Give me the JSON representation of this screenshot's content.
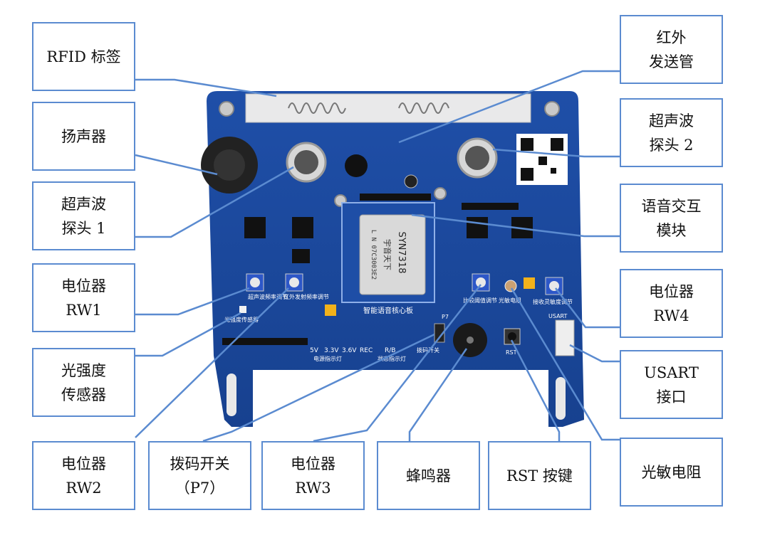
{
  "labels": {
    "rfid": [
      "RFID 标签"
    ],
    "ir": [
      "红外",
      "发送管"
    ],
    "speaker": [
      "扬声器"
    ],
    "us2": [
      "超声波",
      "探头 2"
    ],
    "us1": [
      "超声波",
      "探头 1"
    ],
    "voice": [
      "语音交互",
      "模块"
    ],
    "rw1": [
      "电位器",
      "RW1"
    ],
    "rw4": [
      "电位器",
      "RW4"
    ],
    "light": [
      "光强度",
      "传感器"
    ],
    "usart": [
      "USART",
      "接口"
    ],
    "rw2": [
      "电位器",
      "RW2"
    ],
    "dip": [
      "拨码开关",
      "（P7）"
    ],
    "rw3": [
      "电位器",
      "RW3"
    ],
    "buzzer": [
      "蜂鸣器"
    ],
    "rst": [
      "RST 按键"
    ],
    "ldr": [
      "光敏电阻"
    ]
  },
  "board_text": {
    "chip_model": "SYN7318",
    "chip_brand": "宇音天下",
    "chip_serial": "L N 07C3003E2",
    "module_caption": "智能语音核心板",
    "rw1_caption": "超声波频率调节",
    "rw2_caption": "红外发射频率调节",
    "rw3_caption": "比较阈值调节",
    "rw4_caption": "接收灵敏度调节",
    "light_caption": "光强度传感器",
    "power_caption": "电源指示灯",
    "dip_caption": "拨码开关",
    "status_caption": "状态指示灯",
    "rst_label": "RST",
    "usart_label": "USART",
    "ldr_caption": "光敏电阻",
    "v5": "5V",
    "v33": "3.3V",
    "v36": "3.6V",
    "rec": "REC",
    "rb": "R/B",
    "p7": "P7"
  }
}
